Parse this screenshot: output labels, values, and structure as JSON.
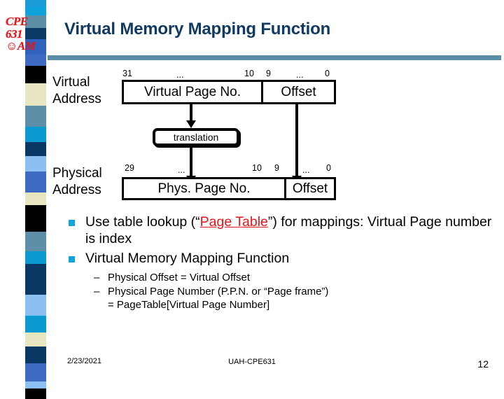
{
  "logo": {
    "line1": "CPE",
    "line2": "631",
    "line3": "☺AM",
    "color": "#E8161A"
  },
  "header": {
    "title": "Virtual Memory Mapping Function",
    "title_color": "#113A63",
    "rule_color": "#5B8CA8"
  },
  "diagram": {
    "virtual": {
      "label_line1": "Virtual",
      "label_line2": "Address",
      "bits": {
        "hi": "31",
        "mid": "...",
        "lo": "10",
        "off_hi": "9",
        "off_mid": "...",
        "off_lo": "0"
      },
      "field_page": "Virtual Page No.",
      "field_offset": "Offset"
    },
    "translation": {
      "label": "translation"
    },
    "physical": {
      "label_line1": "Physical",
      "label_line2": "Address",
      "bits": {
        "hi": "29",
        "mid": "...",
        "lo": "10",
        "off_hi": "9",
        "off_mid": "...",
        "off_lo": "0"
      },
      "field_page": "Phys. Page No.",
      "field_offset": "Offset"
    }
  },
  "bullets": {
    "marker_color": "#12A5DC",
    "item1": {
      "pre": "Use table lookup (“",
      "link": "Page Table",
      "post": "”) for mappings: Virtual Page number is index"
    },
    "item2": "Virtual Memory Mapping Function",
    "sub1": "Physical Offset = Virtual Offset",
    "sub2_line1": "Physical Page Number (P.P.N. or “Page frame”)",
    "sub2_line2": "= PageTable[Virtual Page Number]",
    "dash": "–"
  },
  "footer": {
    "date": "2/23/2021",
    "center": "UAH-CPE631",
    "page": "12"
  },
  "strip": {
    "bands": [
      {
        "color": "#1B9CD8",
        "height": 10
      },
      {
        "color": "#0FA3DE",
        "height": 12
      },
      {
        "color": "#5F8EA8",
        "height": 18
      },
      {
        "color": "#0C3C66",
        "height": 16
      },
      {
        "color": "#2F62BF",
        "height": 22
      },
      {
        "color": "#3D6BC4",
        "height": 16
      },
      {
        "color": "#000000",
        "height": 25
      },
      {
        "color": "#E8E6C0",
        "height": 32
      },
      {
        "color": "#5F8EA8",
        "height": 30
      },
      {
        "color": "#0C9AD2",
        "height": 22
      },
      {
        "color": "#0A3763",
        "height": 20
      },
      {
        "color": "#8BC0F0",
        "height": 22
      },
      {
        "color": "#3D6BC4",
        "height": 30
      },
      {
        "color": "#E8E6C0",
        "height": 18
      },
      {
        "color": "#000000",
        "height": 38
      },
      {
        "color": "#5F8EA8",
        "height": 28
      },
      {
        "color": "#0C9AD2",
        "height": 18
      },
      {
        "color": "#0A3763",
        "height": 44
      },
      {
        "color": "#8BC0F0",
        "height": 30
      },
      {
        "color": "#0C9AD2",
        "height": 24
      },
      {
        "color": "#E8E6C0",
        "height": 20
      },
      {
        "color": "#0A3763",
        "height": 24
      },
      {
        "color": "#3D6BC4",
        "height": 26
      },
      {
        "color": "#8BC0F0",
        "height": 10
      },
      {
        "color": "#000000",
        "height": 15
      }
    ]
  }
}
